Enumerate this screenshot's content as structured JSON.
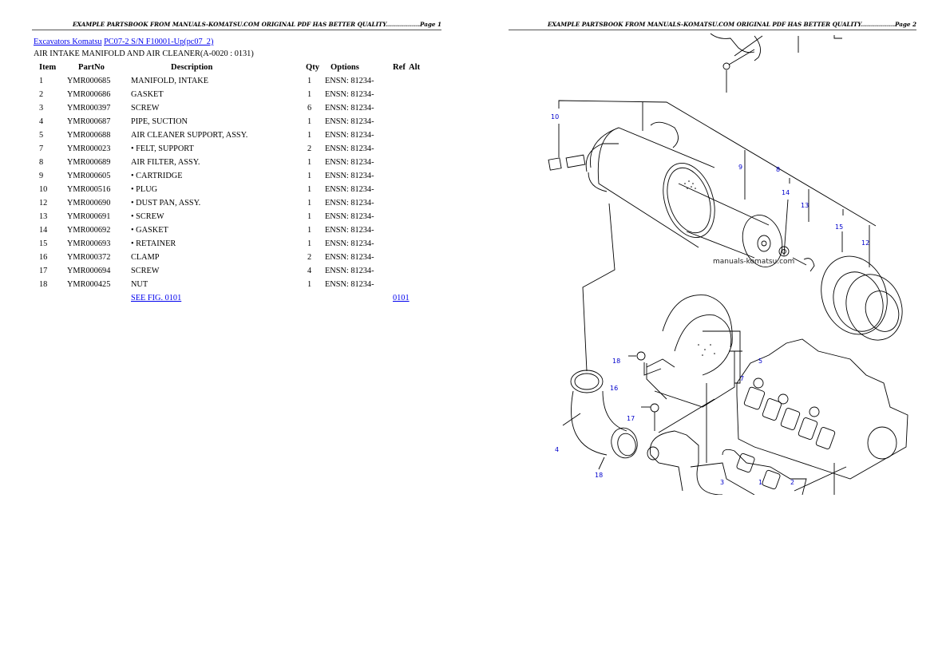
{
  "pages": [
    {
      "header": "EXAMPLE PARTSBOOK FROM MANUALS-KOMATSU.COM ORIGINAL PDF HAS BETTER QUALITY.................Page 1"
    },
    {
      "header": "EXAMPLE PARTSBOOK FROM MANUALS-KOMATSU.COM ORIGINAL PDF HAS BETTER QUALITY.................Page 2"
    }
  ],
  "breadcrumb": {
    "category_link": "Excavators Komatsu",
    "model_link": "PC07-2 S/N F10001-Up(pc07_2)"
  },
  "section_title": "AIR INTAKE MANIFOLD AND AIR CLEANER(A-0020 : 0131)",
  "table": {
    "columns": [
      "Item",
      "PartNo",
      "Description",
      "Qty",
      "Options",
      "Ref",
      "Alt"
    ],
    "rows": [
      {
        "item": "1",
        "part_no": "YMR000685",
        "description": "MANIFOLD, INTAKE",
        "qty": "1",
        "options": "ENSN: 81234-"
      },
      {
        "item": "2",
        "part_no": "YMR000686",
        "description": "GASKET",
        "qty": "1",
        "options": "ENSN: 81234-"
      },
      {
        "item": "3",
        "part_no": "YMR000397",
        "description": "SCREW",
        "qty": "6",
        "options": "ENSN: 81234-"
      },
      {
        "item": "4",
        "part_no": "YMR000687",
        "description": "PIPE, SUCTION",
        "qty": "1",
        "options": "ENSN: 81234-"
      },
      {
        "item": "5",
        "part_no": "YMR000688",
        "description": "AIR CLEANER SUPPORT, ASSY.",
        "qty": "1",
        "options": "ENSN: 81234-"
      },
      {
        "item": "7",
        "part_no": "YMR000023",
        "description": "• FELT, SUPPORT",
        "qty": "2",
        "options": "ENSN: 81234-"
      },
      {
        "item": "8",
        "part_no": "YMR000689",
        "description": "AIR FILTER, ASSY.",
        "qty": "1",
        "options": "ENSN: 81234-"
      },
      {
        "item": "9",
        "part_no": "YMR000605",
        "description": "• CARTRIDGE",
        "qty": "1",
        "options": "ENSN: 81234-"
      },
      {
        "item": "10",
        "part_no": "YMR000516",
        "description": "• PLUG",
        "qty": "1",
        "options": "ENSN: 81234-"
      },
      {
        "item": "12",
        "part_no": "YMR000690",
        "description": "• DUST PAN, ASSY.",
        "qty": "1",
        "options": "ENSN: 81234-"
      },
      {
        "item": "13",
        "part_no": "YMR000691",
        "description": "• SCREW",
        "qty": "1",
        "options": "ENSN: 81234-"
      },
      {
        "item": "14",
        "part_no": "YMR000692",
        "description": "• GASKET",
        "qty": "1",
        "options": "ENSN: 81234-"
      },
      {
        "item": "15",
        "part_no": "YMR000693",
        "description": "• RETAINER",
        "qty": "1",
        "options": "ENSN: 81234-"
      },
      {
        "item": "16",
        "part_no": "YMR000372",
        "description": "CLAMP",
        "qty": "2",
        "options": "ENSN: 81234-"
      },
      {
        "item": "17",
        "part_no": "YMR000694",
        "description": "SCREW",
        "qty": "4",
        "options": "ENSN: 81234-"
      },
      {
        "item": "18",
        "part_no": "YMR000425",
        "description": "NUT",
        "qty": "1",
        "options": "ENSN: 81234-"
      }
    ],
    "footer": {
      "see_fig_link": "SEE FIG. 0101",
      "ref_link": "0101"
    }
  },
  "diagram": {
    "watermark": "manuals-komatsu.com",
    "callouts": [
      "10",
      "9",
      "8",
      "14",
      "13",
      "15",
      "12",
      "18",
      "16",
      "17",
      "5",
      "7",
      "4",
      "18",
      "3",
      "1",
      "2"
    ]
  }
}
